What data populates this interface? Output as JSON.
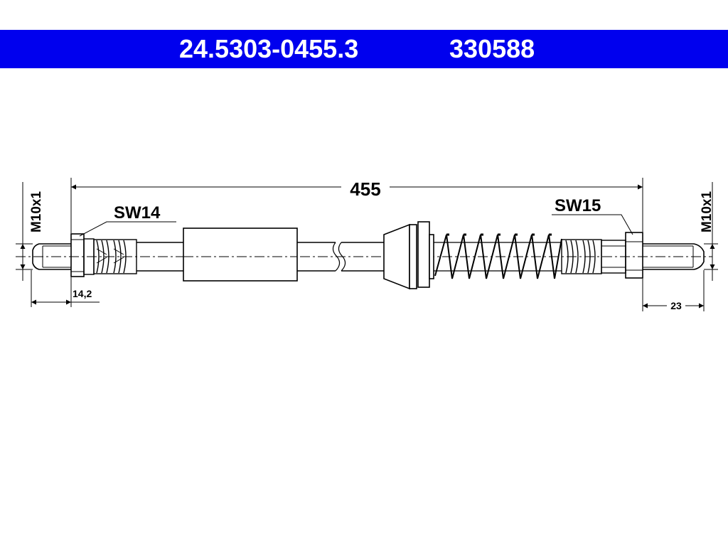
{
  "header": {
    "part_number": "24.5303-0455.3",
    "reference_number": "330588",
    "background_color": "#0000ee",
    "text_color": "#ffffff"
  },
  "drawing": {
    "overall_length": "455",
    "left_wrench_size": "SW14",
    "right_wrench_size": "SW15",
    "left_thread": "M10x1",
    "right_thread": "M10x1",
    "left_fitting_length": "14,2",
    "right_fitting_length": "23",
    "line_color": "#000000"
  }
}
